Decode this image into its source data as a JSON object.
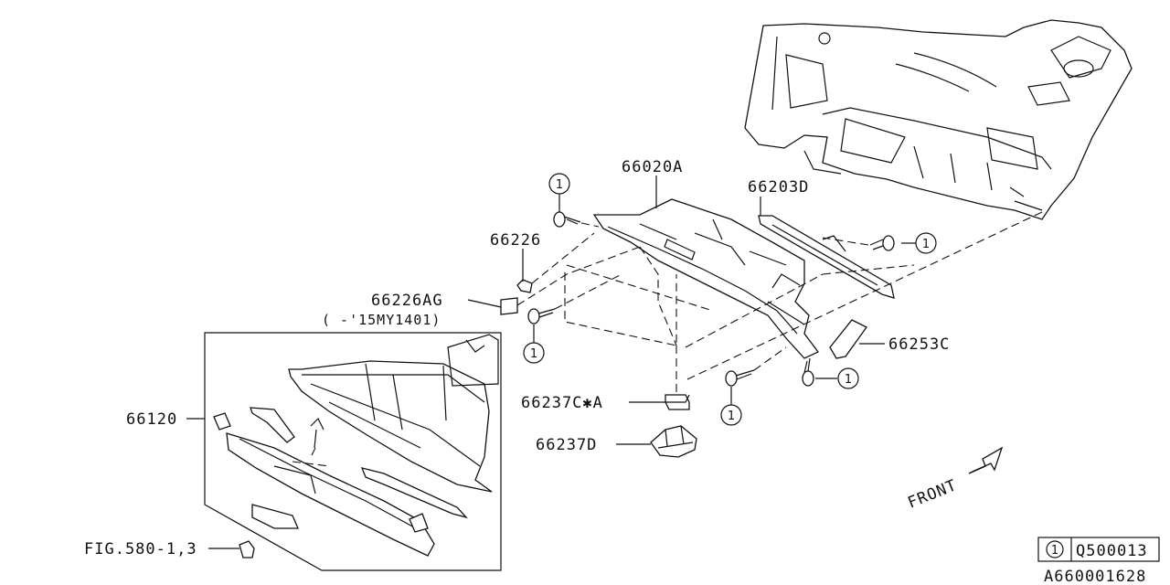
{
  "parts": {
    "p66020A": "66020A",
    "p66203D": "66203D",
    "p66226": "66226",
    "p66226AG": "66226AG",
    "p66226AG_note": "( -'15MY1401)",
    "p66253C": "66253C",
    "p66237CA": "66237C✱A",
    "p66237D": "66237D",
    "p66120": "66120",
    "fig_ref": "FIG.580-1,3"
  },
  "callout_number": "1",
  "legend": {
    "number": "1",
    "code": "Q500013"
  },
  "front_label": "FRONT",
  "diagram_code": "A660001628"
}
